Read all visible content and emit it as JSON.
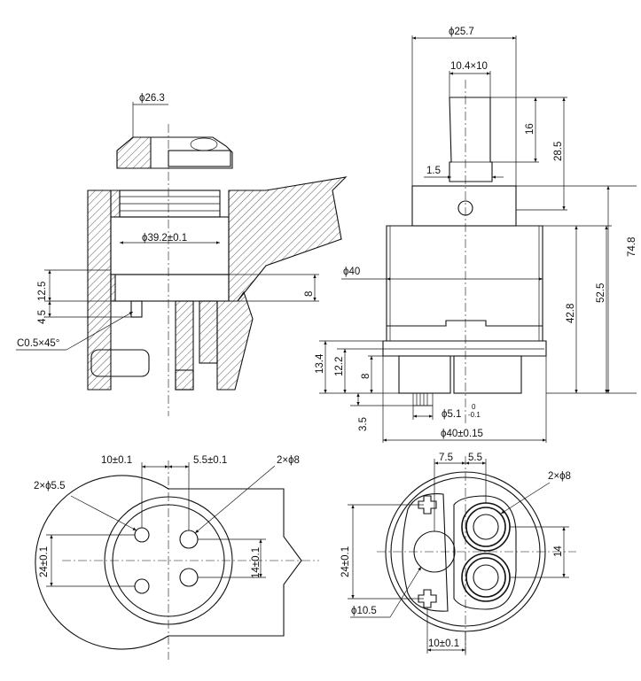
{
  "dimensions": {
    "top_view": {
      "d_25_7": "ϕ25.7",
      "stem": "10.4×10",
      "d16": "16",
      "d28_5": "28.5",
      "d1_5": "1.5",
      "d74_8": "74.8",
      "d40": "ϕ40",
      "d52_5": "52.5",
      "d42_8": "42.8",
      "d13_4": "13.4",
      "d12_2": "12.2",
      "d8": "8",
      "d3_5": "3.5",
      "d5_1": "ϕ5.1",
      "tol_up": "0",
      "tol_down": "-0.1",
      "d40_015": "ϕ40±0.15"
    },
    "section_view": {
      "d26_3": "ϕ26.3",
      "d39_2": "ϕ39.2±0.1",
      "d12_5": "12.5",
      "d4_5": "4.5",
      "d8": "8",
      "chamfer": "C0.5×45°"
    },
    "base_view": {
      "d10": "10±0.1",
      "d5_5": "5.5±0.1",
      "d2x8": "2×ϕ8",
      "d2x5_5": "2×ϕ5.5",
      "d24": "24±0.1",
      "d14": "14±0.1"
    },
    "bottom_view": {
      "d7_5": "7.5",
      "d5_5": "5.5",
      "d2x8": "2×ϕ8",
      "d24": "24±0.1",
      "d14": "14",
      "d10_5": "ϕ10.5",
      "d10": "10±0.1"
    }
  }
}
